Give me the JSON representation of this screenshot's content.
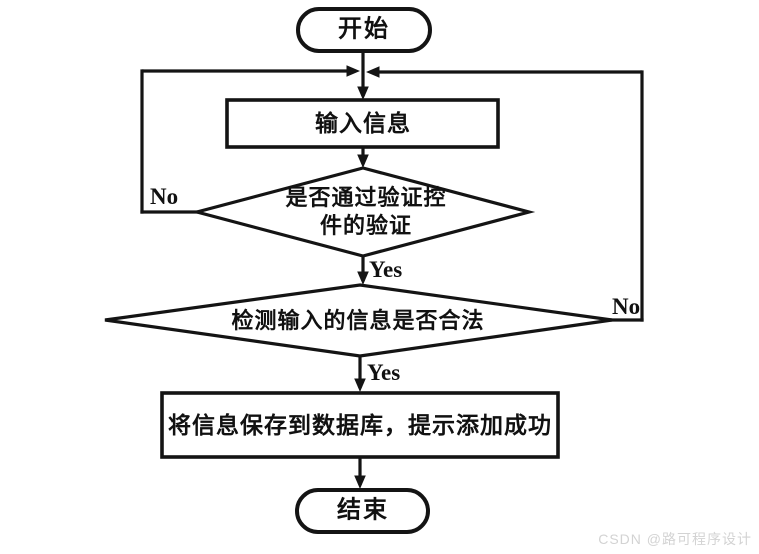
{
  "flowchart": {
    "title_hint": "add-record validation flowchart",
    "colors": {
      "line": "#141414",
      "background": "#ffffff",
      "watermark_gray": "#d3d3d3"
    },
    "nodes": {
      "start": {
        "type": "terminator",
        "label": "开始"
      },
      "input": {
        "type": "process",
        "label": "输入信息"
      },
      "validate_control": {
        "type": "decision",
        "label_line1": "是否通过验证控",
        "label_line2": "件的验证"
      },
      "check_legal": {
        "type": "decision",
        "label": "检测输入的信息是否合法"
      },
      "save": {
        "type": "process",
        "label": "将信息保存到数据库，提示添加成功"
      },
      "end": {
        "type": "terminator",
        "label": "结束"
      }
    },
    "edge_labels": {
      "no_left": "No",
      "yes_after_validate": "Yes",
      "no_right": "No",
      "yes_after_check": "Yes"
    }
  },
  "watermark": {
    "text": "CSDN @路可程序设计"
  }
}
